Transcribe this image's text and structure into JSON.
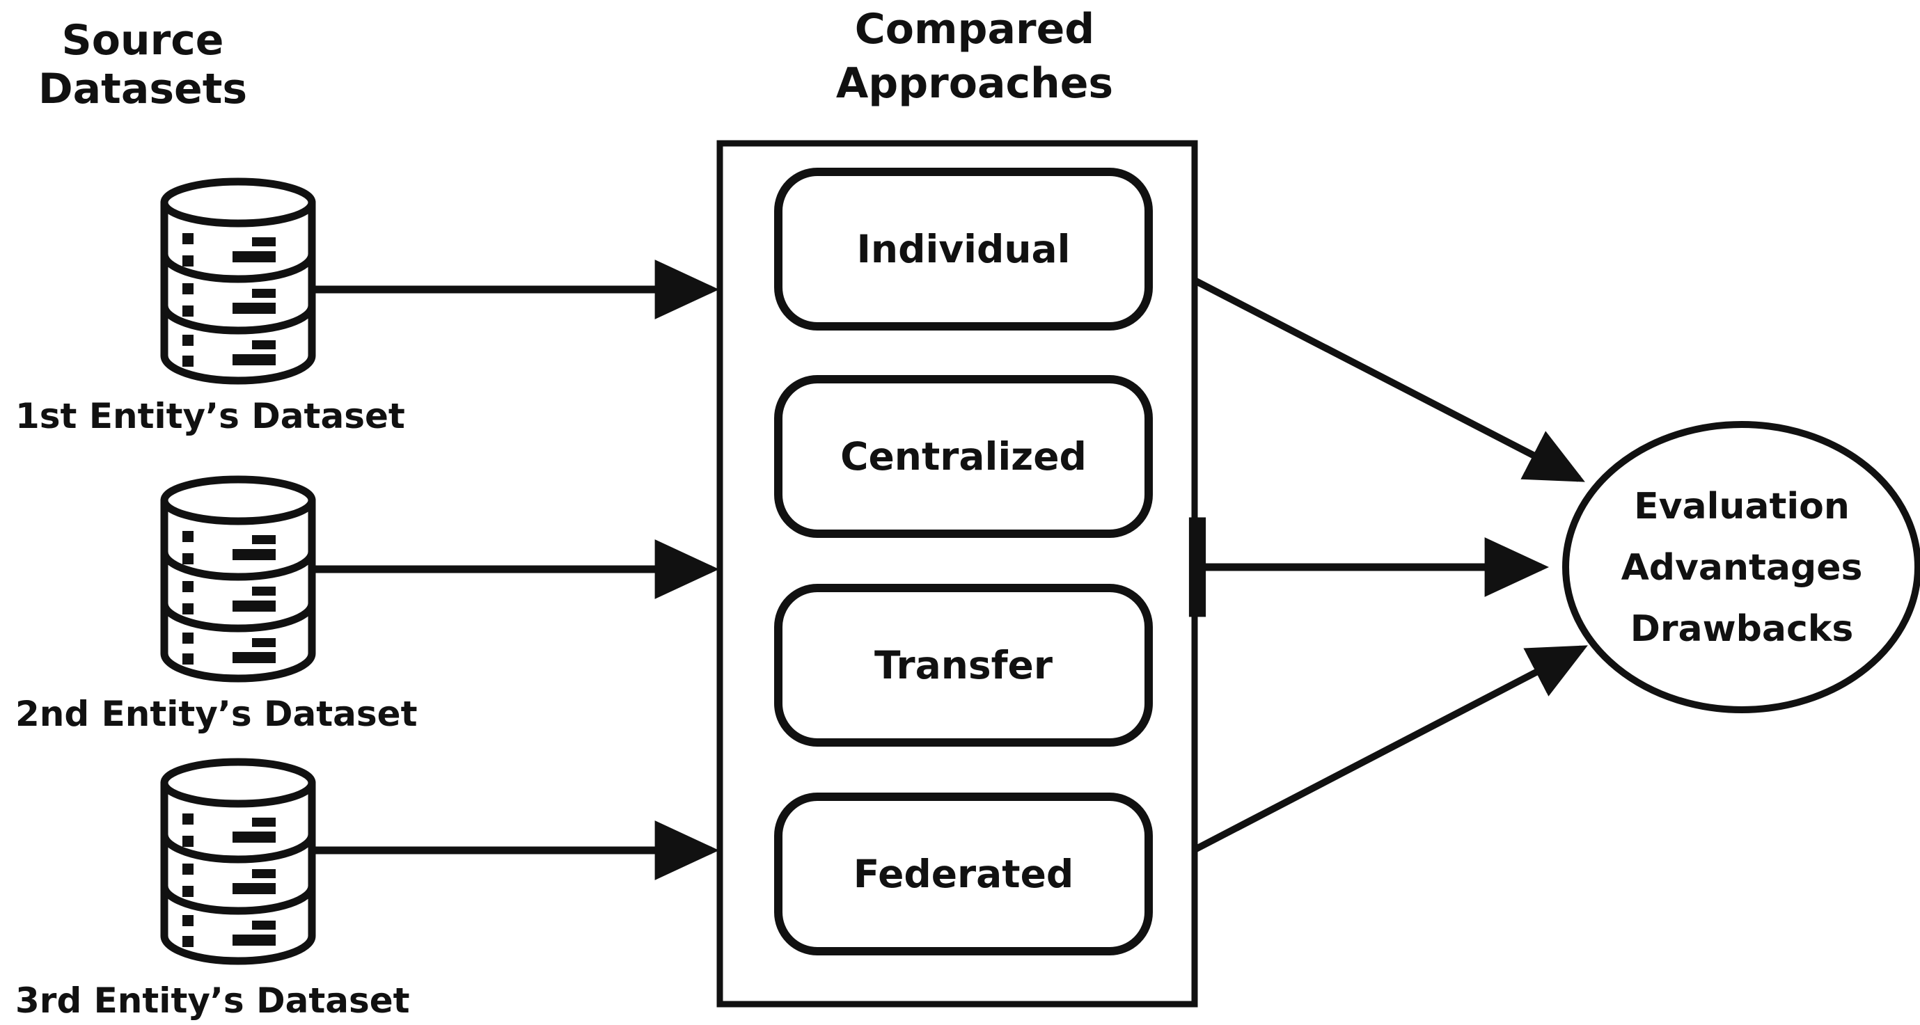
{
  "diagram": {
    "title_source": "Source\nDatasets",
    "columns": {
      "source": {
        "line1": "Source",
        "line2": "Datasets"
      },
      "approaches": {
        "line1": "Compared",
        "line2": "Approaches"
      }
    },
    "datasets": [
      {
        "label": "1st Entity’s Dataset",
        "icon": "database-cylinder-icon"
      },
      {
        "label": "2nd Entity’s Dataset",
        "icon": "database-cylinder-icon"
      },
      {
        "label": "3rd Entity’s Dataset",
        "icon": "database-cylinder-icon"
      }
    ],
    "approaches": [
      {
        "label": "Individual"
      },
      {
        "label": "Centralized"
      },
      {
        "label": "Transfer"
      },
      {
        "label": "Federated"
      }
    ],
    "outcome": {
      "lines": [
        "Evaluation",
        "Advantages",
        "Drawbacks"
      ],
      "shape": "ellipse"
    },
    "connectors": [
      {
        "name": "dataset-1-to-approaches",
        "kind": "arrow"
      },
      {
        "name": "dataset-2-to-approaches",
        "kind": "arrow"
      },
      {
        "name": "dataset-3-to-approaches",
        "kind": "arrow"
      },
      {
        "name": "approaches-top-to-outcome",
        "kind": "arrow-diagonal-down"
      },
      {
        "name": "approaches-middle-to-outcome",
        "kind": "arrow-tee-tail"
      },
      {
        "name": "approaches-bottom-to-outcome",
        "kind": "arrow-diagonal-up"
      }
    ],
    "colors": {
      "ink": "#111111",
      "background": "#ffffff",
      "container_border": "#3a3a3a"
    }
  }
}
